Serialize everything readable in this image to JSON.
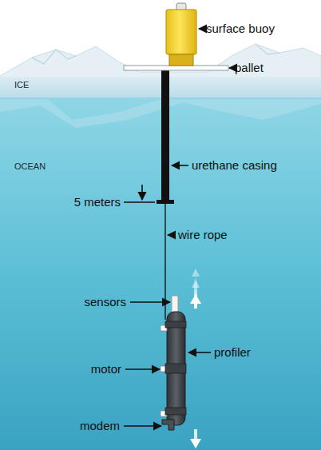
{
  "diagram": {
    "labels": [
      "surface buoy",
      "pallet",
      "ICE",
      "OCEAN",
      "urethane casing",
      "5 meters",
      "wire rope",
      "sensors",
      "profiler",
      "motor",
      "modem"
    ]
  }
}
